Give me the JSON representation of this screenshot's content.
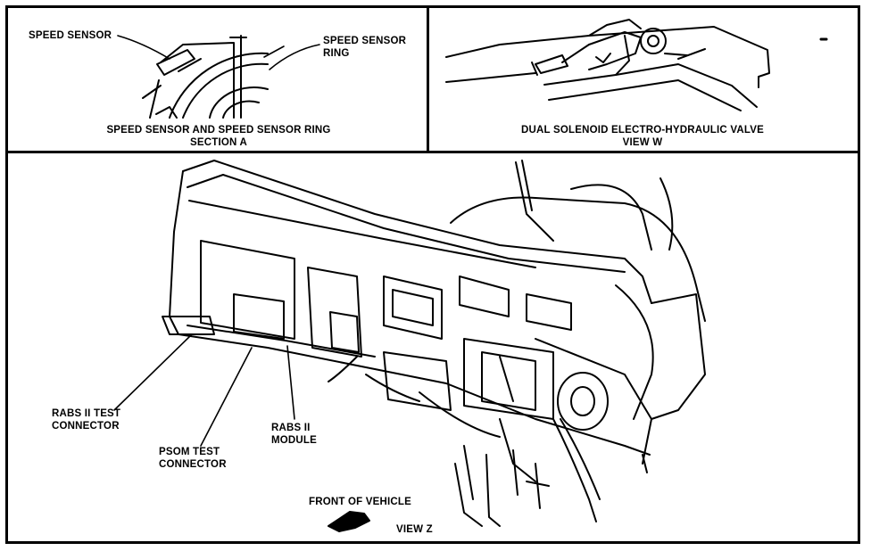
{
  "panels": {
    "section_a": {
      "caption_line1": "SPEED SENSOR AND SPEED SENSOR RING",
      "caption_line2": "SECTION A",
      "callout_speed_sensor": "SPEED SENSOR",
      "callout_ring_line1": "SPEED SENSOR",
      "callout_ring_line2": "RING"
    },
    "view_w": {
      "caption_line1": "DUAL SOLENOID ELECTRO-HYDRAULIC VALVE",
      "caption_line2": "VIEW W"
    },
    "view_z": {
      "caption": "VIEW Z",
      "front_of_vehicle": "FRONT OF VEHICLE",
      "rabs_test_line1": "RABS II TEST",
      "rabs_test_line2": "CONNECTOR",
      "psom_line1": "PSOM TEST",
      "psom_line2": "CONNECTOR",
      "rabs_module_line1": "RABS II",
      "rabs_module_line2": "MODULE"
    }
  },
  "colors": {
    "ink": "#000000",
    "paper": "#ffffff"
  }
}
